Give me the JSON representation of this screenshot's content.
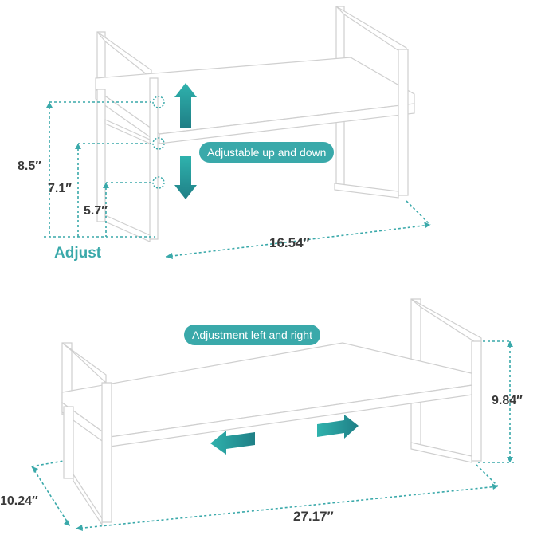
{
  "product": {
    "top_view": {
      "labels": {
        "height_max": "8.5″",
        "height_mid": "7.1″",
        "height_min": "5.7″",
        "adjust": "Adjust",
        "width": "16.54″",
        "callout": "Adjustable up and down"
      }
    },
    "bottom_view": {
      "labels": {
        "callout": "Adjustment left and right",
        "height": "9.84″",
        "depth": "10.24″",
        "width": "27.17″"
      }
    },
    "colors": {
      "accent": "#3aa9aa",
      "frame": "#ffffff",
      "outline": "#cfcfcf",
      "dim_text": "#3a3a3a"
    }
  }
}
